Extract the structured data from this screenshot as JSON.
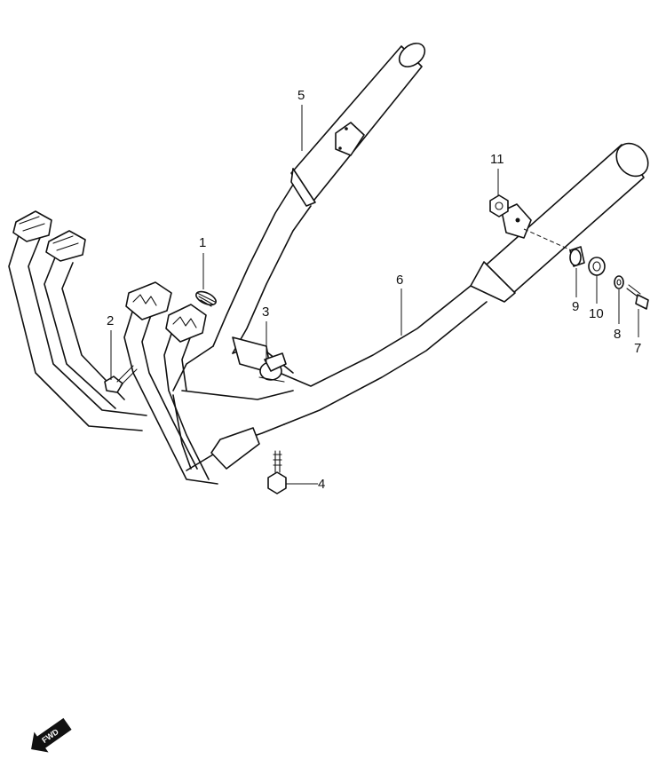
{
  "diagram": {
    "callouts": [
      {
        "id": "1",
        "part": "exhaust-pipe-gasket"
      },
      {
        "id": "2",
        "part": "exhaust-pipe-bolt"
      },
      {
        "id": "3",
        "part": "clamp"
      },
      {
        "id": "4",
        "part": "clamp-bolt"
      },
      {
        "id": "5",
        "part": "muffler-left"
      },
      {
        "id": "6",
        "part": "muffler-right"
      },
      {
        "id": "7",
        "part": "muffler-mounting-bolt"
      },
      {
        "id": "8",
        "part": "washer"
      },
      {
        "id": "9",
        "part": "bush"
      },
      {
        "id": "10",
        "part": "cushion"
      },
      {
        "id": "11",
        "part": "nut"
      }
    ],
    "fwd_label": "FWD"
  }
}
